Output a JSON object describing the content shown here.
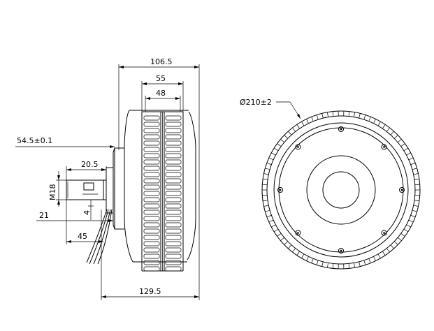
{
  "drawing": {
    "side_view": {
      "overall_width": "106.5",
      "width_55": "55",
      "width_48": "48",
      "shaft_offset": "54.5±0.1",
      "shaft_length": "20.5",
      "thread": "M18",
      "flat_depth": "4",
      "left_21": "21",
      "left_45": "45",
      "bottom_width": "129.5"
    },
    "front_view": {
      "diameter": "Ø210±2",
      "bolt_count": 8
    }
  }
}
